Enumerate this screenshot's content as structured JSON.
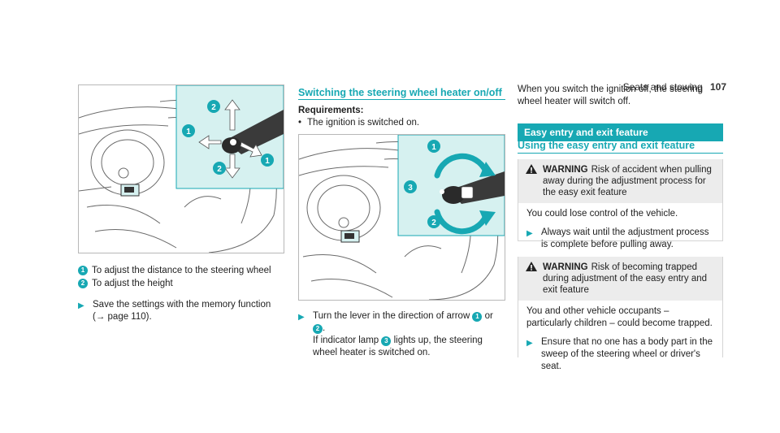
{
  "header": {
    "section": "Seats and stowing",
    "page_number": "107"
  },
  "col1": {
    "callouts": [
      {
        "num": "1",
        "text": "To adjust the distance to the steering wheel"
      },
      {
        "num": "2",
        "text": "To adjust the height"
      }
    ],
    "step": {
      "text1": "Save the settings with the memory function",
      "text2": "(→ page 110)."
    }
  },
  "col2": {
    "title": "Switching the steering wheel heater on/off",
    "requirements_label": "Requirements:",
    "requirement": "The ignition is switched on.",
    "step": {
      "t1": "Turn the lever in the direction of arrow",
      "n1": "1",
      "t2": "or",
      "n2": "2",
      "t3": ".",
      "t4": "If indicator lamp",
      "n3": "3",
      "t5": "lights up, the steering wheel heater is switched on."
    }
  },
  "col3": {
    "intro": "When you switch the ignition off, the steering wheel heater will switch off.",
    "bar_title": "Easy entry and exit feature",
    "subtitle": "Using the easy entry and exit feature",
    "warnings": [
      {
        "label": "WARNING",
        "title": "Risk of accident when pulling away during the adjustment process for the easy exit feature",
        "body": "You could lose control of the vehicle.",
        "step": "Always wait until the adjustment process is complete before pulling away."
      },
      {
        "label": "WARNING",
        "title": "Risk of becoming trapped during adjustment of the easy entry and exit feature",
        "body": "You and other vehicle occupants – particularly children – could become trapped.",
        "step": "Ensure that no one has a body part in the sweep of the steering wheel or driver's seat."
      }
    ]
  },
  "figures": {
    "fig1": {
      "labels": [
        "2",
        "1",
        "1",
        "2"
      ]
    },
    "fig2": {
      "labels": [
        "1",
        "3",
        "2"
      ]
    }
  },
  "colors": {
    "accent": "#17a8b3",
    "inset_bg": "#d6f1f0",
    "warning_bg": "#ececec"
  }
}
